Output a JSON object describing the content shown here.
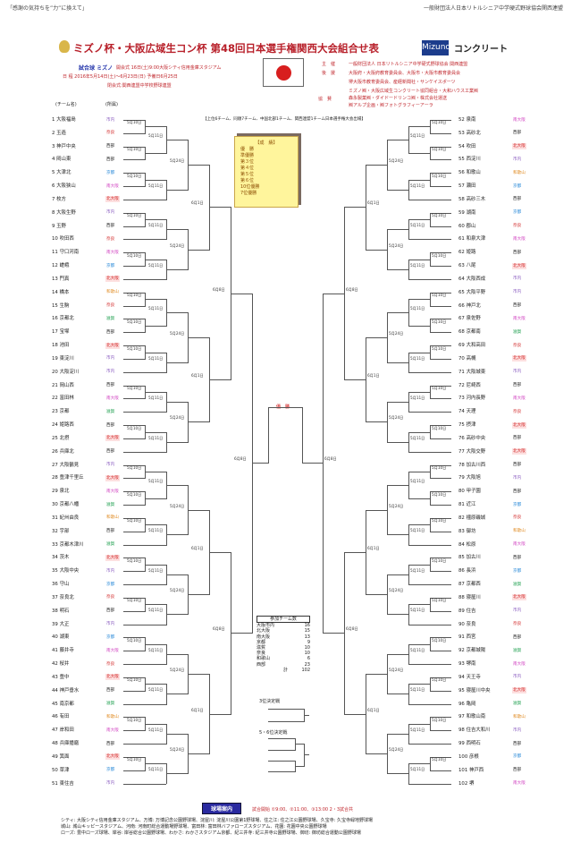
{
  "header": {
    "left_caption": "「感謝の気持ちを”力”に換えて」",
    "right_caption": "一般財団法人日本リトルシニア中学硬式野球協会関西連盟"
  },
  "title": "ミズノ杯・大阪広域生コン杯 第48回日本選手権関西大会組合せ表",
  "sponsors": {
    "mizuno": "Mizuno",
    "concrete": "コンクリート"
  },
  "info": {
    "opening_label": "試合球 ミズノ",
    "opening": "開会式 16日(土)9:00大阪シティ信用金庫スタジアム",
    "period": "日 程 2016年5月14日(土)〜6月23日(日) 予備日6月25日",
    "closing": "閉会式:関西連盟中学校野球連盟",
    "organizer_label": "主　催",
    "organizer": "一般財団法人 日本リトルシニア中学硬式野球協会 関西連盟",
    "support_label": "後　援",
    "support": "大阪府・大阪府教育委員会、大阪市・大阪市教育委員会",
    "support2": "堺大阪市教育委員会、産経新聞社・サンケイスポーツ",
    "cosponsor_label": "協　賛",
    "cosponsor": "ミズノ㈱・大阪広域生コンクリート協同組合・大和ハウス工業㈱",
    "cosponsor2": "森永製菓㈱・ダイドードリンコ㈱・株式会社運送",
    "cosponsor3": "㈱アルプ企画・㈱フォトグラフィーアーラ"
  },
  "col_team": "(チーム名)",
  "col_region": "(所属)",
  "note": "【上位6チーム、同順7チーム、中国北部1チーム、関西連盟1チーム日本選手権大会出場】",
  "result_box": {
    "title": "【成　績】",
    "rows": [
      "優　勝",
      "準優勝",
      "第３位",
      "第４位",
      "第５位",
      "第６位",
      "10位優勝",
      "7位優勝"
    ]
  },
  "final_label": "優　勝",
  "round_dates": [
    "5月10日",
    "5月11日",
    "5月24日",
    "6月1日",
    "6月8日",
    "6月8日"
  ],
  "regions": {
    "shinai": {
      "label": "市内",
      "color": "#8a5cc0",
      "bg": "#fff"
    },
    "kita": {
      "label": "北大阪",
      "color": "#d02020",
      "bg": "#fde0e0"
    },
    "minami": {
      "label": "南大阪",
      "color": "#d040c0",
      "bg": "#fff"
    },
    "kyoto": {
      "label": "京都",
      "color": "#2a8ad8",
      "bg": "#fff"
    },
    "shiga": {
      "label": "滋賀",
      "color": "#20a050",
      "bg": "#fff"
    },
    "nara": {
      "label": "奈良",
      "color": "#d02020",
      "bg": "#fff"
    },
    "waka": {
      "label": "和歌山",
      "color": "#e08a20",
      "bg": "#fff"
    },
    "seibu": {
      "label": "西部",
      "color": "#222",
      "bg": "#fff"
    }
  },
  "left_teams": [
    [
      "大阪福島",
      "shinai"
    ],
    [
      "玉造",
      "nara"
    ],
    [
      "神戸中央",
      "seibu"
    ],
    [
      "岡山東",
      "seibu"
    ],
    [
      "大津北",
      "kyoto"
    ],
    [
      "大阪狭山",
      "minami"
    ],
    [
      "枚方",
      "kita"
    ],
    [
      "大阪生野",
      "shinai"
    ],
    [
      "玉野",
      "seibu"
    ],
    [
      "吹田西",
      "nara"
    ],
    [
      "守口河南",
      "minami"
    ],
    [
      "嵯峨",
      "kyoto"
    ],
    [
      "門真",
      "kita"
    ],
    [
      "橋本",
      "waka"
    ],
    [
      "生駒",
      "nara"
    ],
    [
      "京都北",
      "shiga"
    ],
    [
      "宝塚",
      "seibu"
    ],
    [
      "池田",
      "kita"
    ],
    [
      "東淀川",
      "shinai"
    ],
    [
      "大阪淀川",
      "shinai"
    ],
    [
      "岡山西",
      "seibu"
    ],
    [
      "富田林",
      "minami"
    ],
    [
      "京都",
      "shiga"
    ],
    [
      "姫路西",
      "seibu"
    ],
    [
      "北摂",
      "kita"
    ],
    [
      "兵庫北",
      "seibu"
    ],
    [
      "大阪鶴見",
      "shinai"
    ],
    [
      "豊津千里丘",
      "kita"
    ],
    [
      "泉北",
      "minami"
    ],
    [
      "京都八幡",
      "shiga"
    ],
    [
      "紀州由良",
      "waka"
    ],
    [
      "宇部",
      "seibu"
    ],
    [
      "京都木津川",
      "shiga"
    ],
    [
      "茨木",
      "kita"
    ],
    [
      "大阪中央",
      "shinai"
    ],
    [
      "守山",
      "kyoto"
    ],
    [
      "奈良北",
      "nara"
    ],
    [
      "明石",
      "seibu"
    ],
    [
      "大正",
      "shinai"
    ],
    [
      "湖東",
      "kyoto"
    ],
    [
      "藤井寺",
      "minami"
    ],
    [
      "桜井",
      "nara"
    ],
    [
      "豊中",
      "kita"
    ],
    [
      "神戸垂水",
      "seibu"
    ],
    [
      "南京都",
      "shiga"
    ],
    [
      "有田",
      "waka"
    ],
    [
      "岸和田",
      "minami"
    ],
    [
      "兵庫播磨",
      "seibu"
    ],
    [
      "箕面",
      "kita"
    ],
    [
      "草津",
      "kyoto"
    ],
    [
      "東住吉",
      "shinai"
    ]
  ],
  "right_teams": [
    [
      "泉南",
      "minami"
    ],
    [
      "高砂北",
      "seibu"
    ],
    [
      "吹田",
      "kita"
    ],
    [
      "西淀川",
      "shinai"
    ],
    [
      "和歌山",
      "waka"
    ],
    [
      "瀬田",
      "kyoto"
    ],
    [
      "高砂三木",
      "seibu"
    ],
    [
      "湖南",
      "kyoto"
    ],
    [
      "郡山",
      "nara"
    ],
    [
      "和泉大津",
      "minami"
    ],
    [
      "姫路",
      "seibu"
    ],
    [
      "八尾",
      "kita"
    ],
    [
      "大阪西成",
      "shinai"
    ],
    [
      "大阪平野",
      "shinai"
    ],
    [
      "神戸北",
      "seibu"
    ],
    [
      "泉佐野",
      "minami"
    ],
    [
      "京都南",
      "shiga"
    ],
    [
      "大和高田",
      "nara"
    ],
    [
      "高槻",
      "kita"
    ],
    [
      "大阪城東",
      "shinai"
    ],
    [
      "尼崎西",
      "seibu"
    ],
    [
      "河内長野",
      "minami"
    ],
    [
      "天理",
      "nara"
    ],
    [
      "摂津",
      "kita"
    ],
    [
      "高砂中央",
      "seibu"
    ],
    [
      "大阪交野",
      "kita"
    ],
    [
      "加古川西",
      "seibu"
    ],
    [
      "大阪旭",
      "shinai"
    ],
    [
      "甲子園",
      "seibu"
    ],
    [
      "近江",
      "kyoto"
    ],
    [
      "橿原磯城",
      "nara"
    ],
    [
      "御坊",
      "waka"
    ],
    [
      "松原",
      "minami"
    ],
    [
      "加古川",
      "seibu"
    ],
    [
      "長浜",
      "kyoto"
    ],
    [
      "京都西",
      "shiga"
    ],
    [
      "寝屋川",
      "kita"
    ],
    [
      "住吉",
      "shinai"
    ],
    [
      "奈良",
      "nara"
    ],
    [
      "西宮",
      "seibu"
    ],
    [
      "京都城陽",
      "shiga"
    ],
    [
      "堺南",
      "minami"
    ],
    [
      "天王寺",
      "shinai"
    ],
    [
      "寝屋川中央",
      "kita"
    ],
    [
      "亀岡",
      "shiga"
    ],
    [
      "和歌山南",
      "waka"
    ],
    [
      "住吉大和川",
      "shinai"
    ],
    [
      "西明石",
      "seibu"
    ],
    [
      "彦根",
      "kyoto"
    ],
    [
      "神戸西",
      "seibu"
    ],
    [
      "堺",
      "minami"
    ]
  ],
  "counts": {
    "title": "参加チーム数",
    "rows": [
      [
        "大阪市内",
        "16"
      ],
      [
        "北大阪",
        "15"
      ],
      [
        "南大阪",
        "13"
      ],
      [
        "京都",
        "9"
      ],
      [
        "滋賀",
        "10"
      ],
      [
        "奈良",
        "10"
      ],
      [
        "和歌山",
        "6"
      ],
      [
        "西部",
        "23"
      ]
    ],
    "total_label": "計",
    "total": "102"
  },
  "third_place": "3位決定戦",
  "fifth_place": "5・6位決定戦",
  "venue": {
    "button": "球場案内",
    "times": "試合開始 ①9:00、②11:00、③13:00 2・3試合共",
    "lines": [
      "シティ: 大阪シティ信用金庫スタジアム、万博: 万博記念公園野球場、淀屋川: 淀屋川公園第1野球場、住之江: 住之江公園野球場、久宝寺: 久宝寺緑地野球場",
      "城山: 城山キッピースタジアム、河南: 河南町総合運動場野球場、富田林: 富田林バファローズスタジアム、花園: 花園中央公園野球場",
      "ローズ: 豊中ローズ球場、岸谷: 岸谷総合公園野球場、わかさ: わかさスタジアム京都、紀三井寺: 紀三井寺公園野球場、御坊: 御坊総合運動公園野球場"
    ]
  }
}
